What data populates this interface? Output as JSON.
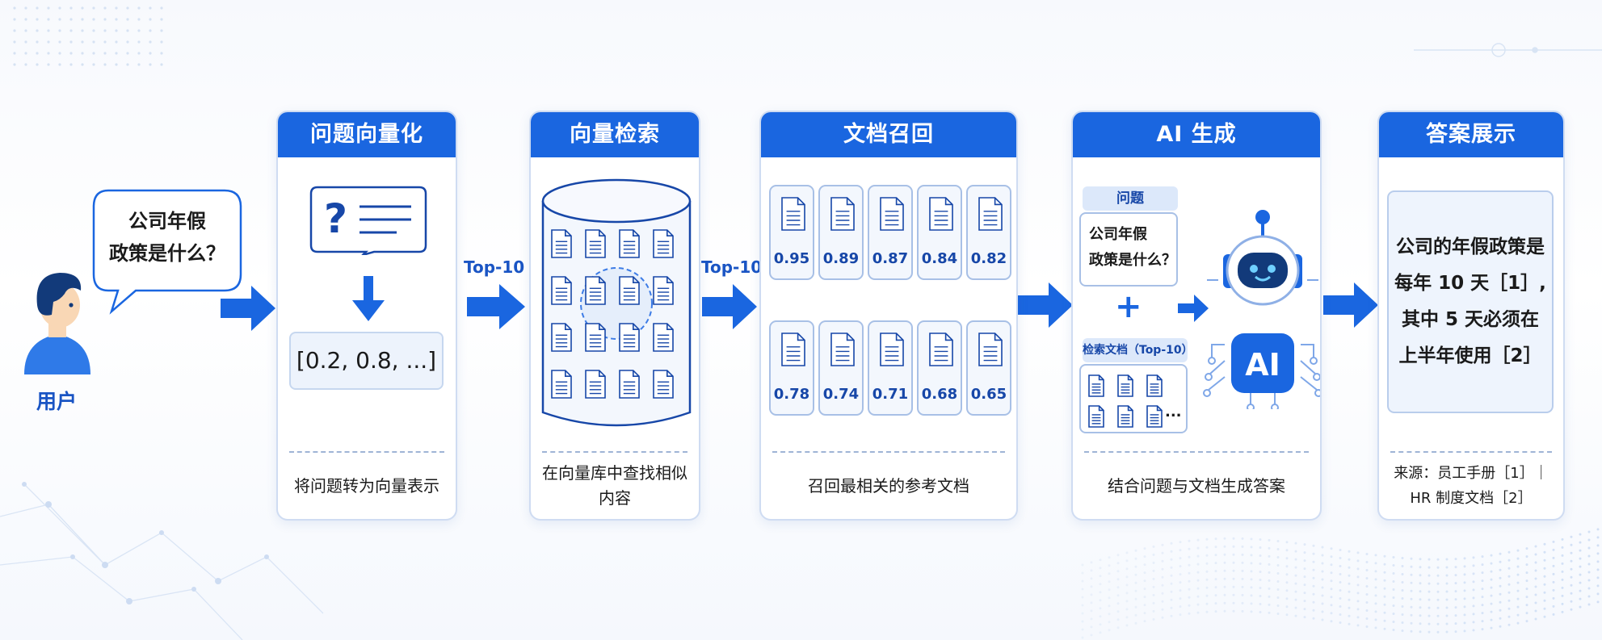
{
  "user": {
    "question_line1": "公司年假",
    "question_line2": "政策是什么？",
    "label": "用户"
  },
  "arrows": {
    "label_1": "Top-10",
    "label_2": "Top-10"
  },
  "steps": [
    {
      "title": "问题向量化",
      "caption": "将问题转为向量表示",
      "vector_text": "[0.2, 0.8, ...]"
    },
    {
      "title": "向量检索",
      "caption": "在向量库中查找相似内容"
    },
    {
      "title": "文档召回",
      "caption": "召回最相关的参考文档",
      "scores": [
        "0.95",
        "0.89",
        "0.87",
        "0.84",
        "0.82",
        "0.78",
        "0.74",
        "0.71",
        "0.68",
        "0.65"
      ]
    },
    {
      "title": "AI 生成",
      "caption": "结合问题与文档生成答案",
      "question_label": "问题",
      "question_line1": "公司年假",
      "question_line2": "政策是什么？",
      "plus": "+",
      "docs_label": "检索文档（Top-10）",
      "ellipsis": "...",
      "ai_badge": "AI"
    },
    {
      "title": "答案展示",
      "answer_lines": [
        "公司的年假政策是",
        "每年 10 天［1］,",
        "其中 5 天必须在",
        "上半年使用［2］"
      ],
      "source_line1": "来源：员工手册［1］｜",
      "source_line2": "HR 制度文档［2］"
    }
  ],
  "colors": {
    "primary": "#1a66e0",
    "header": "#1a66e0",
    "accent_text": "#1a55c4",
    "panel_border": "#cfdcf2"
  },
  "icons": [
    "question-chat-icon",
    "down-arrow-icon",
    "database-icon",
    "document-icon",
    "robot-icon",
    "user-icon",
    "right-arrow-icon"
  ]
}
